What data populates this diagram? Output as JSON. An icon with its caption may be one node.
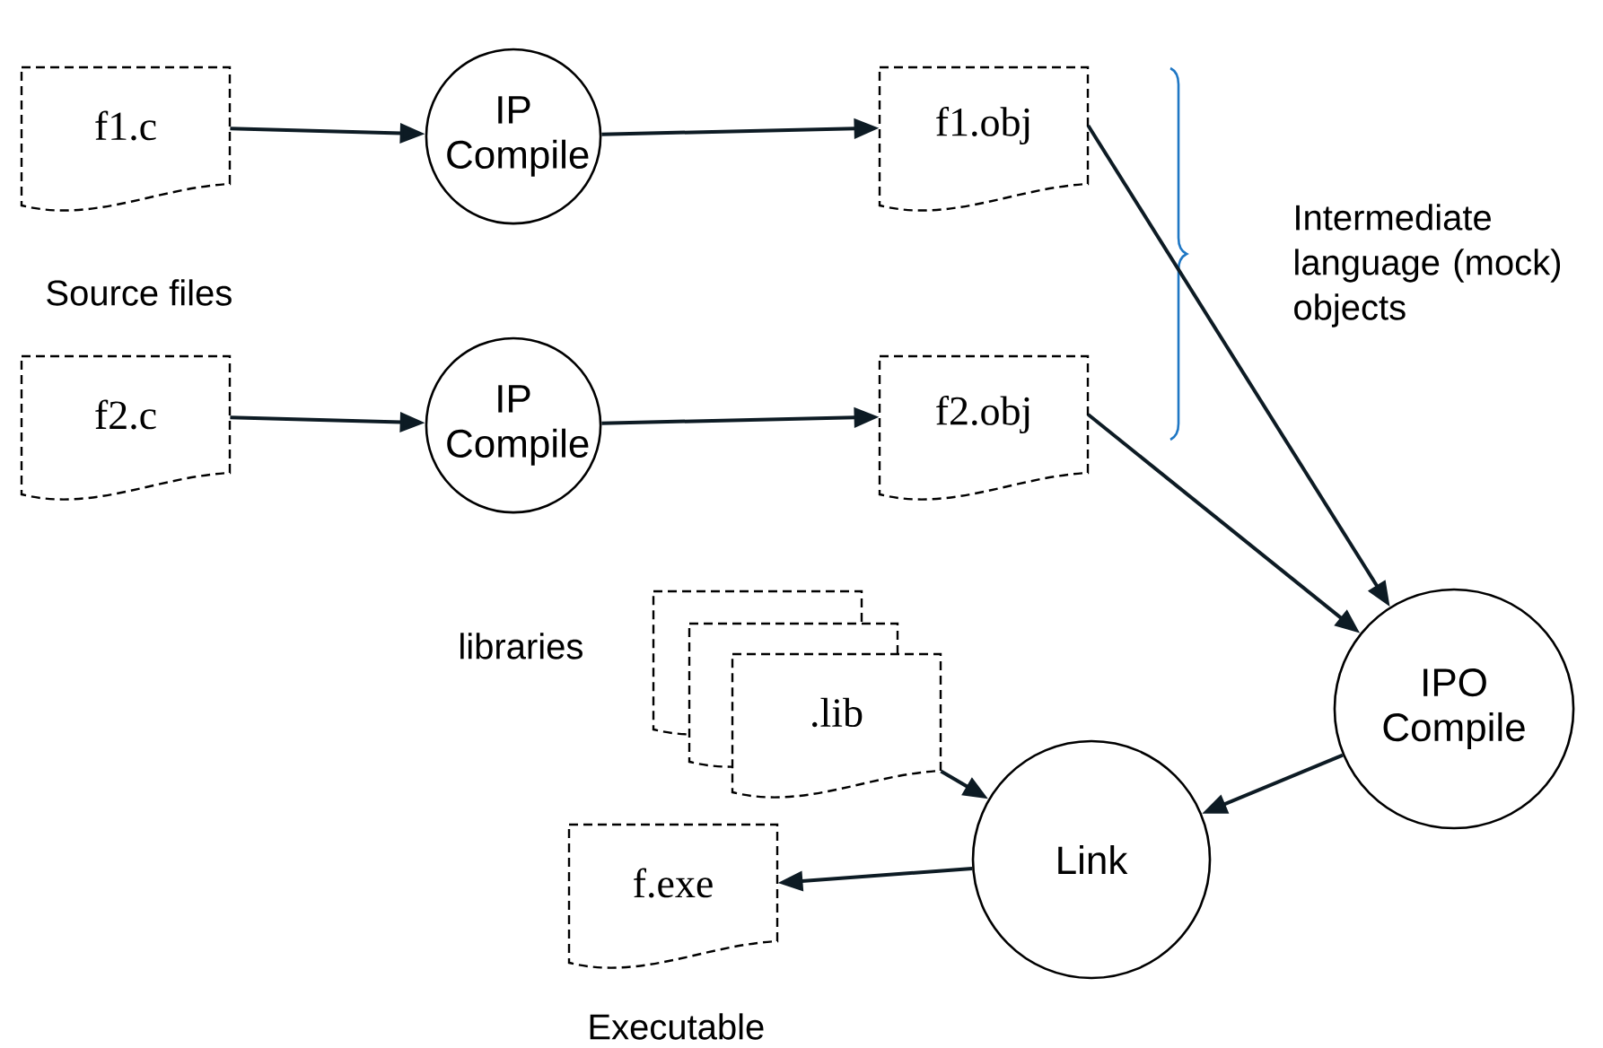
{
  "diagram": {
    "nodes": [
      {
        "text": [
          "f1.c"
        ]
      },
      {
        "text": [
          "IP Compile"
        ]
      },
      {
        "text": [
          "f1.obj"
        ]
      },
      {
        "text": [
          "f2.c"
        ]
      },
      {
        "text": [
          "IP Compile"
        ]
      },
      {
        "text": [
          "f2.obj"
        ]
      },
      {
        "text": [
          ".lib"
        ]
      },
      {
        "text": [
          "IPO Compile"
        ]
      },
      {
        "text": [
          "Link"
        ]
      },
      {
        "text": [
          "f.exe"
        ]
      }
    ],
    "edges": [
      {
        "from": 0,
        "to": 1,
        "arrow": "to"
      },
      {
        "from": 1,
        "to": 2,
        "arrow": "to"
      },
      {
        "from": 3,
        "to": 4,
        "arrow": "to"
      },
      {
        "from": 4,
        "to": 5,
        "arrow": "to"
      },
      {
        "from": 2,
        "to": 7,
        "arrow": "to"
      },
      {
        "from": 5,
        "to": 7,
        "arrow": "to"
      },
      {
        "from": 6,
        "to": 8,
        "arrow": "to"
      },
      {
        "from": 7,
        "to": 8,
        "arrow": "to"
      },
      {
        "from": 8,
        "to": 9,
        "arrow": "to"
      }
    ],
    "labels": [
      "Source files",
      "Intermediate language (mock) objects",
      "libraries",
      "Executable"
    ]
  }
}
